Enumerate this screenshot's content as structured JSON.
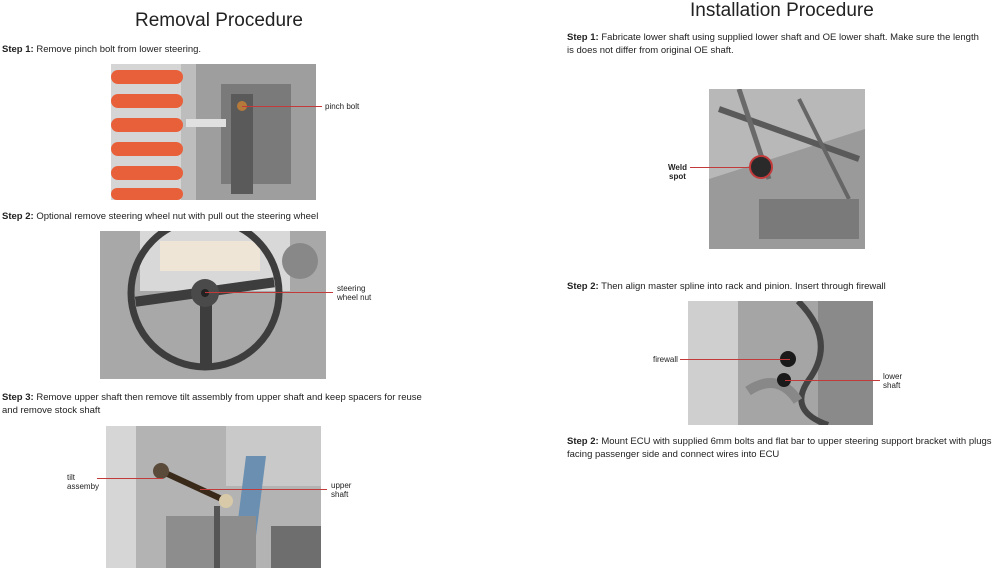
{
  "removal": {
    "title": "Removal Procedure",
    "step1": {
      "label": "Step 1:",
      "text": " Remove pinch bolt from lower steering."
    },
    "step1_callout": "pinch bolt",
    "step2": {
      "label": "Step 2:",
      "text": " Optional remove steering wheel nut with pull out the steering wheel"
    },
    "step2_callout": "steering\nwheel nut",
    "step3": {
      "label": "Step 3:",
      "text": " Remove upper shaft then remove tilt assembly from upper shaft and keep spacers for reuse and remove stock shaft"
    },
    "step3_callout_left": "tilt\nassemby",
    "step3_callout_right": "upper\nshaft"
  },
  "installation": {
    "title": "Installation Procedure",
    "step1": {
      "label": "Step 1:",
      "text": " Fabricate lower shaft using supplied lower shaft and OE lower shaft. Make sure the length is does not differ from original OE shaft."
    },
    "step1_callout": "Weld\nspot",
    "step2": {
      "label": "Step 2:",
      "text": " Then align master spline into rack and pinion. Insert through firewall"
    },
    "step2_callout_left": "firewall",
    "step2_callout_right": "lower\nshaft",
    "step3": {
      "label": "Step 2:",
      "text": " Mount ECU with supplied 6mm bolts and flat bar to upper steering support bracket with plugs facing passenger side and connect wires into ECU"
    }
  },
  "colors": {
    "callout": "#c23a3a",
    "spring": "#e8603a"
  }
}
